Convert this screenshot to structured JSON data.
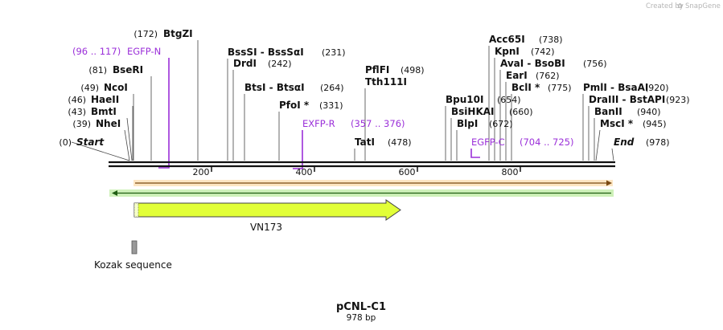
{
  "credit": {
    "prefix": "Created by",
    "brand": "SnapGene"
  },
  "plasmid": {
    "name": "pCNL-C1",
    "length_label": "978 bp"
  },
  "ruler": {
    "labels": [
      "200",
      "400",
      "600",
      "800"
    ]
  },
  "enzymes": [
    {
      "pos": "(0)",
      "name": "Start"
    },
    {
      "pos": "(39)",
      "name": "NheI"
    },
    {
      "pos": "(43)",
      "name": "BmtI"
    },
    {
      "pos": "(46)",
      "name": "HaeII"
    },
    {
      "pos": "(49)",
      "name": "NcoI"
    },
    {
      "pos": "(81)",
      "name": "BseRI"
    },
    {
      "pos": "(172)",
      "name": "BtgZI"
    },
    {
      "pos": "(231)",
      "name": "BssSI - BssSαI"
    },
    {
      "pos": "(242)",
      "name": "DrdI"
    },
    {
      "pos": "(264)",
      "name": "BtsI - BtsαI"
    },
    {
      "pos": "(331)",
      "name": "PfoI *"
    },
    {
      "pos": "(478)",
      "name": "TatI"
    },
    {
      "pos": "(498)",
      "name": "PflFI"
    },
    {
      "pos": "",
      "name": "Tth111I"
    },
    {
      "pos": "(654)",
      "name": "Bpu10I"
    },
    {
      "pos": "(660)",
      "name": "BsiHKAI"
    },
    {
      "pos": "(672)",
      "name": "BlpI"
    },
    {
      "pos": "(738)",
      "name": "Acc65I"
    },
    {
      "pos": "(742)",
      "name": "KpnI"
    },
    {
      "pos": "(756)",
      "name": "AvaI - BsoBI"
    },
    {
      "pos": "(762)",
      "name": "EarI"
    },
    {
      "pos": "(775)",
      "name": "BclI *"
    },
    {
      "pos": "(920)",
      "name": "PmlI - BsaAI"
    },
    {
      "pos": "(923)",
      "name": "DraIII - BstAPI"
    },
    {
      "pos": "(940)",
      "name": "BanII"
    },
    {
      "pos": "(945)",
      "name": "MscI *"
    },
    {
      "pos": "(978)",
      "name": "End"
    }
  ],
  "primers": [
    {
      "name": "EGFP-N",
      "range": "(96 .. 117)"
    },
    {
      "name": "EXFP-R",
      "range": "(357 .. 376)"
    },
    {
      "name": "EGFP-C",
      "range": "(704 .. 725)"
    }
  ],
  "features": [
    {
      "name": "VN173"
    },
    {
      "name": "Kozak sequence"
    }
  ],
  "colors": {
    "primer": "#9b30d9",
    "orf_top": "#e59a2f",
    "orf_bottom": "#5fc238",
    "vn173_fill": "#e2ff38",
    "kozak_fill": "#9a9a9a"
  }
}
